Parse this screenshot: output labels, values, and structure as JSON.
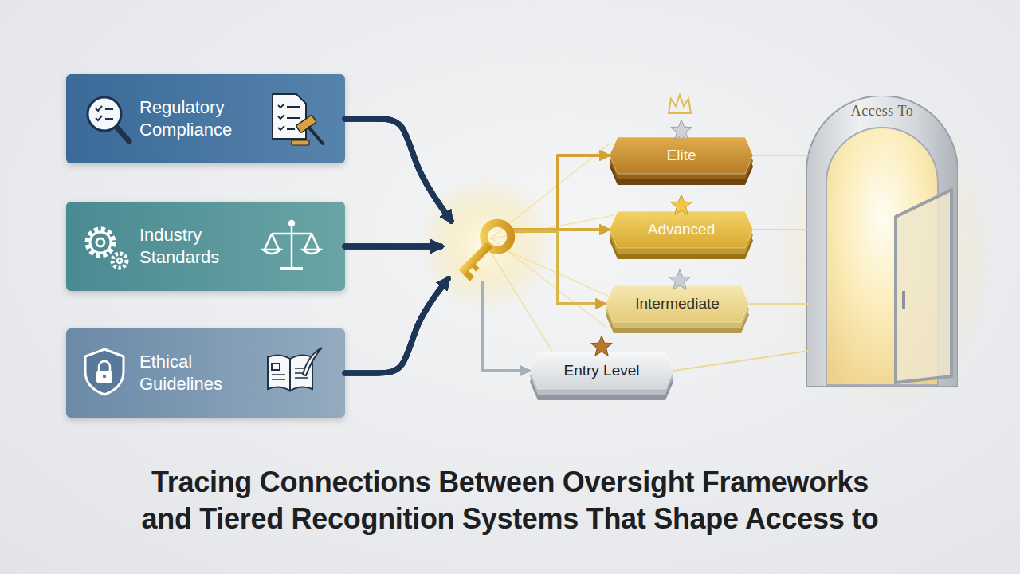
{
  "diagram": {
    "title": "Tracing Connections Between Oversight Frameworks and Tiered Recognition Systems That Shape Access to",
    "nodes": [
      {
        "text": [
          "Regulatory Compliance"
        ]
      },
      {
        "text": [
          "Industry Standards"
        ]
      },
      {
        "text": [
          "Ethical Guidelines"
        ]
      },
      {
        "text": [
          "Elite"
        ]
      },
      {
        "text": [
          "Advanced"
        ]
      },
      {
        "text": [
          "Intermediate"
        ]
      },
      {
        "text": [
          "Entry Level"
        ]
      },
      {
        "text": [
          "Access To"
        ]
      }
    ],
    "edges": [
      {
        "from": 0,
        "to": 3,
        "arrow": "to"
      },
      {
        "from": 0,
        "to": 4,
        "arrow": "to"
      },
      {
        "from": 0,
        "to": 5,
        "arrow": "to"
      },
      {
        "from": 0,
        "to": 6,
        "arrow": "to"
      },
      {
        "from": 1,
        "to": 3,
        "arrow": "to"
      },
      {
        "from": 1,
        "to": 4,
        "arrow": "to"
      },
      {
        "from": 1,
        "to": 5,
        "arrow": "to"
      },
      {
        "from": 1,
        "to": 6,
        "arrow": "to"
      },
      {
        "from": 2,
        "to": 3,
        "arrow": "to"
      },
      {
        "from": 2,
        "to": 4,
        "arrow": "to"
      },
      {
        "from": 2,
        "to": 5,
        "arrow": "to"
      },
      {
        "from": 2,
        "to": 6,
        "arrow": "to"
      },
      {
        "from": 3,
        "to": 7,
        "arrow": "none"
      },
      {
        "from": 4,
        "to": 7,
        "arrow": "none"
      },
      {
        "from": 5,
        "to": 7,
        "arrow": "none"
      },
      {
        "from": 6,
        "to": 7,
        "arrow": "none"
      }
    ]
  }
}
